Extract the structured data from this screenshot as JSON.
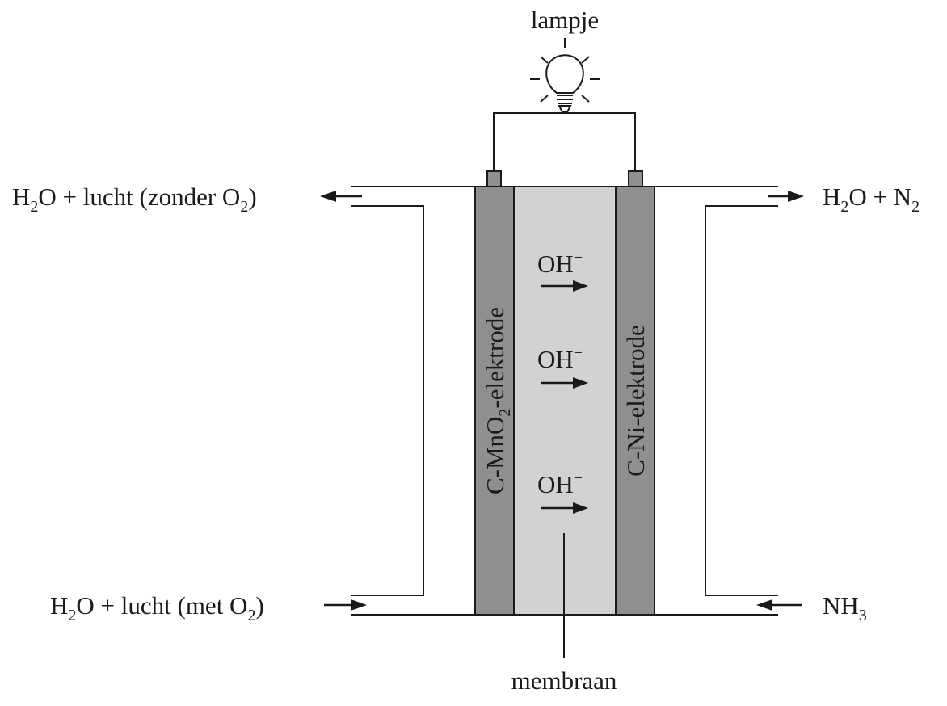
{
  "lamp": {
    "label": "lampje"
  },
  "outlets": {
    "left_top": {
      "main": "H",
      "sub1": "2",
      "mid": "O + lucht (zonder O",
      "sub2": "2",
      "end": ")"
    },
    "right_top": {
      "main": "H",
      "sub1": "2",
      "mid": "O + N",
      "sub2": "2"
    }
  },
  "inlets": {
    "left_bottom": {
      "main": "H",
      "sub1": "2",
      "mid": "O + lucht (met O",
      "sub2": "2",
      "end": ")"
    },
    "right_bottom": {
      "main": "NH",
      "sub1": "3"
    }
  },
  "electrodes": {
    "left": {
      "pre": "C-MnO",
      "sub": "2",
      "post": "-elektrode"
    },
    "right": {
      "label": "C-Ni-elektrode"
    }
  },
  "ions": [
    {
      "base": "OH",
      "charge": "−"
    },
    {
      "base": "OH",
      "charge": "−"
    },
    {
      "base": "OH",
      "charge": "−"
    }
  ],
  "membrane": {
    "label": "membraan"
  },
  "colors": {
    "electrode": "#8f8f8f",
    "membrane": "#d2d2d2",
    "line": "#1a1a1a"
  }
}
